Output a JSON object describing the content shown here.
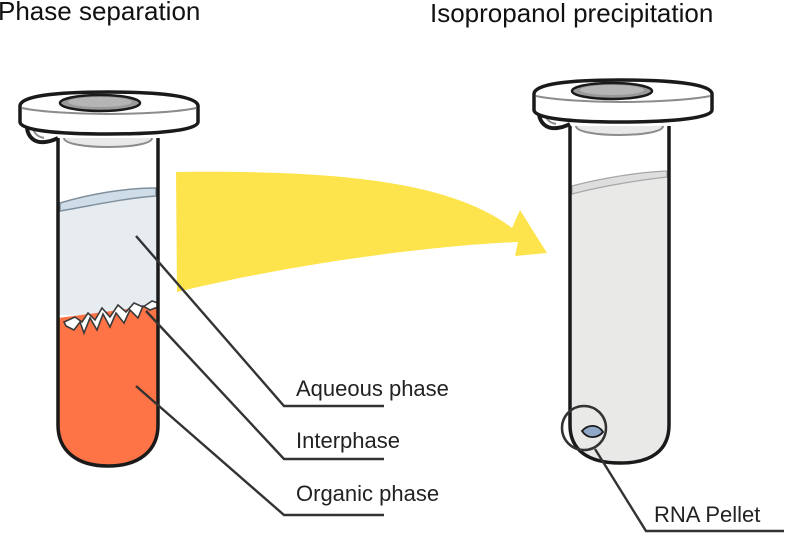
{
  "titles": {
    "left": "Phase separation",
    "right": "Isopropanol precipitation"
  },
  "labels": {
    "aqueous_phase": "Aqueous phase",
    "interphase": "Interphase",
    "organic_phase": "Organic phase",
    "rna_pellet": "RNA Pellet"
  },
  "colors": {
    "aqueous": "#e6ecf0",
    "organic": "#ff7447",
    "interphase": "#ffffff",
    "transfer_arrow": "#fde44c",
    "supernatant": "#e9eae8",
    "pellet": "#8fa8c8",
    "outline": "#1a1a1a",
    "cap": "#8c8c8c"
  }
}
